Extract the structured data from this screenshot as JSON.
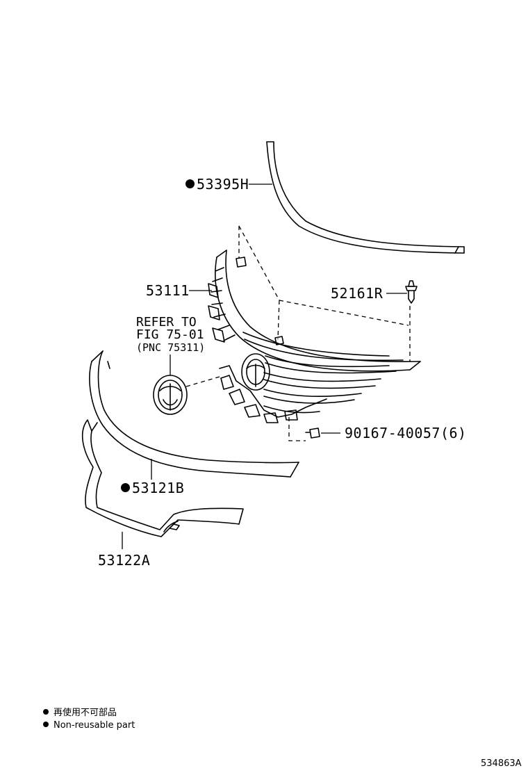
{
  "parts": {
    "p53395h": "53395H",
    "p53111": "53111",
    "p52161r": "52161R",
    "p90167": "90167-40057(6)",
    "p53121b": "53121B",
    "p53122a": "53122A"
  },
  "refer": {
    "line1": "REFER TO",
    "line2": "FIG 75-01",
    "line3": "(PNC 75311)"
  },
  "legend": {
    "jp": "再使用不可部品",
    "en": "Non-reusable part"
  },
  "figure_id": "534863A"
}
